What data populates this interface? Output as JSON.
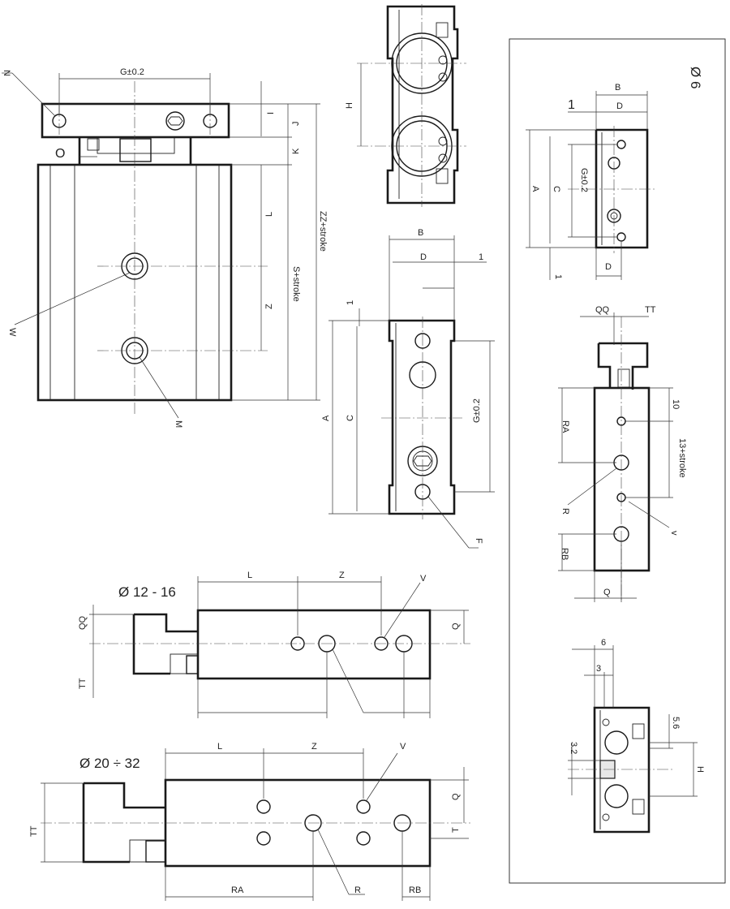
{
  "titles": {
    "d6": "Ø 6",
    "d12_16": "Ø 12 - 16",
    "d20_32": "Ø 20 ÷ 32"
  },
  "dims": {
    "G02": "G±0.2",
    "N": "N",
    "O": "O",
    "I": "I",
    "J": "J",
    "K": "K",
    "L": "L",
    "Z": "Z",
    "W": "W",
    "M": "M",
    "S_stroke": "S+stroke",
    "ZZ_stroke": "ZZ+stroke",
    "H": "H",
    "B": "B",
    "D": "D",
    "one": "1",
    "A": "A",
    "C": "C",
    "F": "F",
    "V": "V",
    "Q": "Q",
    "QQ": "QQ",
    "TT": "TT",
    "T": "T",
    "R": "R",
    "RA": "RA",
    "RB": "RB",
    "v_small": "v",
    "ten": "10",
    "thirteen_stroke": "13+stroke",
    "six": "6",
    "three": "3",
    "three_two": "3.2",
    "five_six": "5.6"
  }
}
